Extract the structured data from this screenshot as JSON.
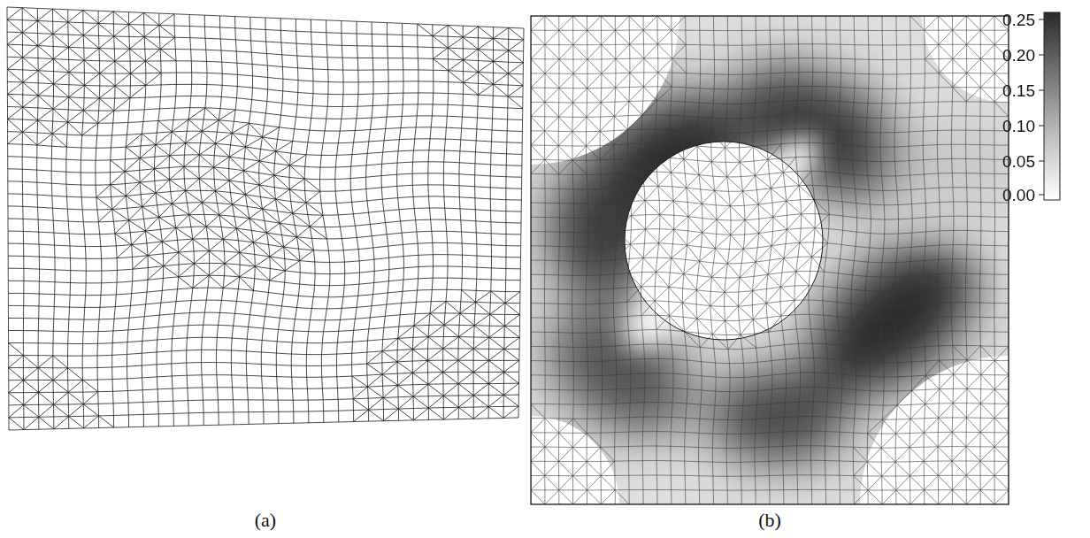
{
  "diagram": {
    "labels": [
      "(a)",
      "(b)",
      "0.25",
      "0.20",
      "0.15",
      "0.10",
      "0.05",
      "0.00"
    ]
  }
}
